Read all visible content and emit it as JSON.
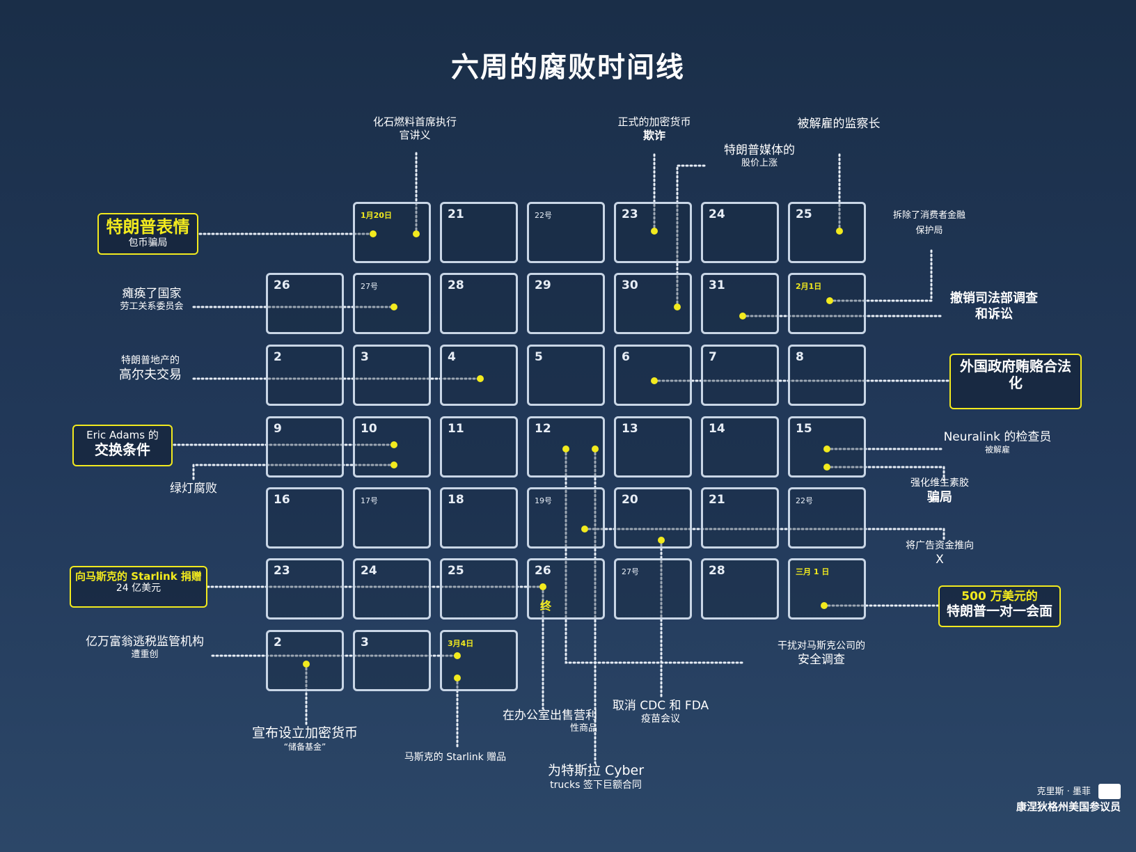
{
  "title": "六周的腐败时间线",
  "colors": {
    "accent": "#f2ea1e",
    "cell_border": "#c9d6e6",
    "background": "#1f3553"
  },
  "calendar": {
    "rows": [
      [
        "",
        "1月20日",
        "21",
        "22号",
        "23",
        "24",
        "25"
      ],
      [
        "26",
        "27号",
        "28",
        "29",
        "30",
        "31",
        "2月1日"
      ],
      [
        "2",
        "3",
        "4",
        "5",
        "6",
        "7",
        "8"
      ],
      [
        "9",
        "10",
        "11",
        "12",
        "13",
        "14",
        "15"
      ],
      [
        "16",
        "17号",
        "18",
        "19号",
        "20",
        "21",
        "22号"
      ],
      [
        "23",
        "24",
        "25",
        "26",
        "27号",
        "28",
        "三月 1 日"
      ],
      [
        "2",
        "3",
        "3月4日",
        "",
        "",
        "",
        ""
      ]
    ],
    "vertical_note": "终"
  },
  "events": {
    "memecoin": {
      "line1": "特朗普表情",
      "line2": "包币骗局"
    },
    "fossil_ceo": {
      "line1": "化石燃料首席执行",
      "line2": "官讲义"
    },
    "crypto_scam": {
      "line1": "正式的加密货币",
      "line2": "欺诈"
    },
    "media_stock": {
      "line1": "特朗普媒体的",
      "line2": "股价上涨"
    },
    "inspectors": {
      "line1": "被解雇的监察长"
    },
    "cfpb": {
      "line1": "拆除了消费者金融",
      "line2": "保护局"
    },
    "nlrb": {
      "line1": "瘫痪了国家",
      "line2": "劳工关系委员会"
    },
    "doj": {
      "line1": "撤销司法部调查",
      "line2": "和诉讼"
    },
    "golf": {
      "line1": "特朗普地产的",
      "line2": "高尔夫交易"
    },
    "fcpa": {
      "line1": "外国政府贿赂合法",
      "line2": "化"
    },
    "adams": {
      "line1": "Eric Adams 的",
      "line2": "交换条件"
    },
    "greenlight": {
      "line1": "绿灯腐败"
    },
    "neuralink": {
      "line1": "Neuralink 的检查员",
      "line2": "被解雇"
    },
    "supplement": {
      "line1": "强化维生素胶",
      "line2": "骗局"
    },
    "ad_money": {
      "line1": "将广告资金推向",
      "line2": "X"
    },
    "starlink_gift": {
      "line1": "向马斯克的 Starlink 捐赠",
      "line2": "24 亿美元"
    },
    "dinner": {
      "line1": "500 万美元的",
      "line2": "特朗普一对一会面"
    },
    "irs": {
      "line1": "亿万富翁逃税监管机构",
      "line2": "遭重创"
    },
    "musk_safety": {
      "line1": "干扰对马斯克公司的",
      "line2": "安全调查"
    },
    "vaccine": {
      "line1": "取消 CDC 和 FDA",
      "line2": "疫苗会议"
    },
    "tesla_sale": {
      "line1": "在办公室出售营利",
      "line2": "性商品"
    },
    "reserve": {
      "line1": "宣布设立加密货币",
      "line2": "“储备基金”"
    },
    "starlink": {
      "line1": "马斯克的 Starlink 赠品"
    },
    "cybertruck": {
      "line1": "为特斯拉 Cyber",
      "line2": "trucks 签下巨额合同"
    }
  },
  "footer": {
    "name": "克里斯 · 墨菲",
    "role": "康涅狄格州美国参议员",
    "icon": "flag-icon"
  }
}
